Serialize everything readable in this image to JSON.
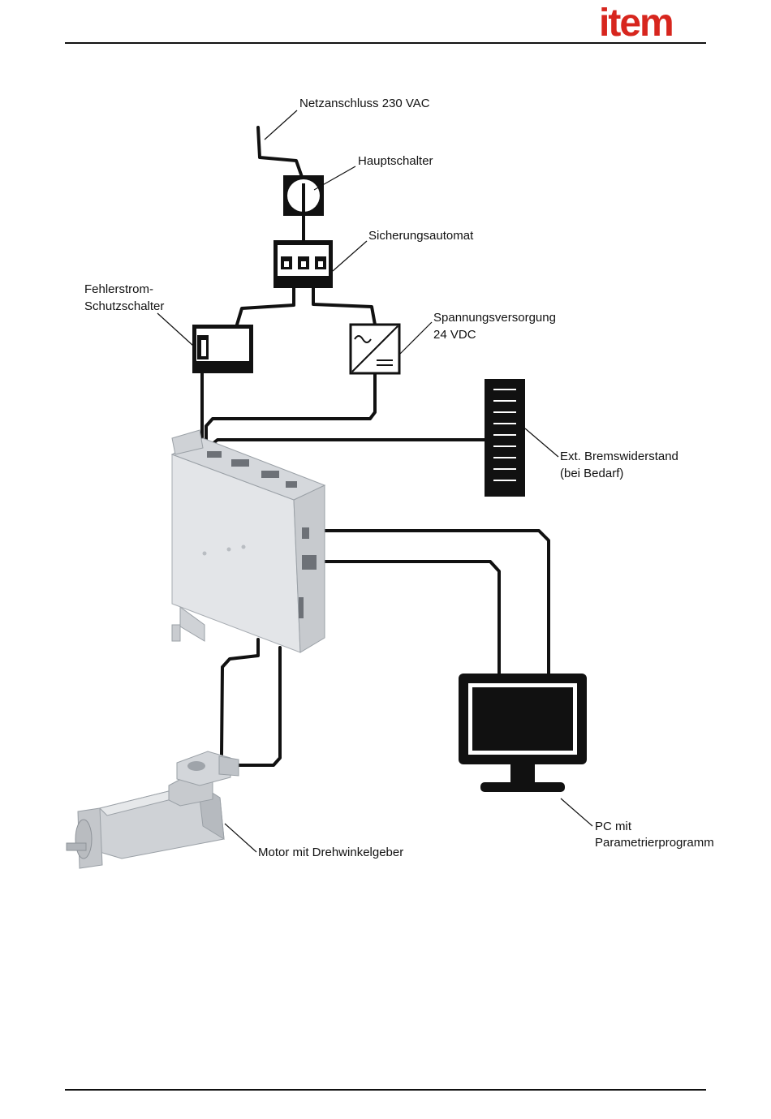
{
  "header": {
    "logo": "item",
    "logo_color": "#d7261e"
  },
  "labels": {
    "mains": "Netzanschluss 230 VAC",
    "main_switch": "Hauptschalter",
    "circuit_breaker": "Sicherungsautomat",
    "rcd_line1": "Fehlerstrom-",
    "rcd_line2": "Schutzschalter",
    "psu_line1": "Spannungsversorgung",
    "psu_line2": "24 VDC",
    "brake_line1": "Ext. Bremswiderstand",
    "brake_line2": "(bei Bedarf)",
    "motor": "Motor mit Drehwinkelgeber",
    "pc_line1": "PC mit",
    "pc_line2": "Parametrierprogramm"
  },
  "colors": {
    "line": "#111111",
    "device": "#d9dcdf",
    "logo": "#d7261e"
  }
}
